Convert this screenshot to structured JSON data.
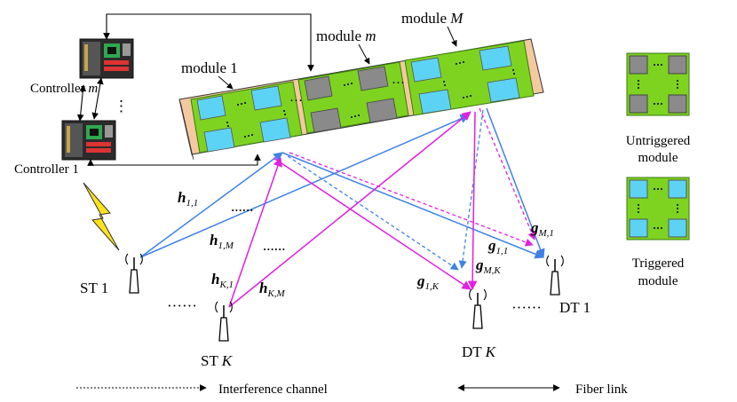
{
  "modules": {
    "label_1": "module 1",
    "label_m_prefix": "module ",
    "label_m_var": "m",
    "label_M_prefix": "module ",
    "label_M_var": "M",
    "ellipsis": "···"
  },
  "controllers": {
    "label_m_prefix": "Controller ",
    "label_m_var": "m",
    "label_1": "Controller 1",
    "ellipsis": "⋮"
  },
  "terminals": {
    "st1": "ST 1",
    "stK_prefix": "ST ",
    "stK_var": "K",
    "dtK_prefix": "DT ",
    "dtK_var": "K",
    "dt1": "DT 1",
    "dots": "······"
  },
  "channels": {
    "h11": {
      "base": "h",
      "sub": "1,1"
    },
    "h1M": {
      "base": "h",
      "sub": "1,M"
    },
    "hK1": {
      "base": "h",
      "sub": "K,1"
    },
    "hKM": {
      "base": "h",
      "sub": "K,M"
    },
    "g11": {
      "base": "g",
      "sub": "1,1"
    },
    "gM1": {
      "base": "g",
      "sub": "M,1"
    },
    "gMK": {
      "base": "g",
      "sub": "M,K"
    },
    "g1K": {
      "base": "g",
      "sub": "1,K"
    },
    "dots": "......"
  },
  "legend": {
    "untriggered_line1": "Untriggered",
    "untriggered_line2": "module",
    "triggered_line1": "Triggered",
    "triggered_line2": "module",
    "interference": "Interference channel",
    "fiber": "Fiber link"
  },
  "colors": {
    "blue": "#3f82e6",
    "magenta": "#e020e0",
    "board": "#f5c9a0",
    "module_green": "#7ed321",
    "cell_cyan": "#5cd3f5",
    "cell_gray": "#8a8a8a"
  }
}
